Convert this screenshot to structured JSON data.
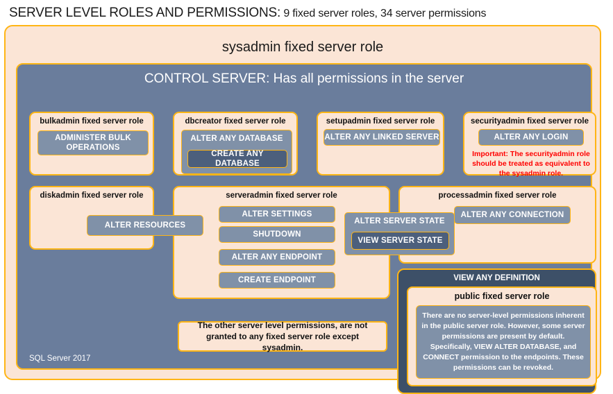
{
  "title": {
    "main": "SERVER LEVEL ROLES AND PERMISSIONS:",
    "sub": " 9 fixed server roles, 34 server permissions"
  },
  "outer": {
    "sysadmin_label": "sysadmin  fixed  server  role",
    "control_server_label": "CONTROL SERVER: Has all permissions in the server",
    "footer": "SQL Server 2017"
  },
  "roles": {
    "bulkadmin": {
      "title": "bulkadmin  fixed server role",
      "permissions": [
        "ADMINISTER  BULK OPERATIONS"
      ]
    },
    "dbcreator": {
      "title": "dbcreator fixed server role",
      "outer_permission": "ALTER ANY DATABASE",
      "nested_permission": "CREATE  ANY DATABASE"
    },
    "setupadmin": {
      "title": "setupadmin fixed server role",
      "permissions": [
        "ALTER ANY LINKED SERVER"
      ]
    },
    "securityadmin": {
      "title": "securityadmin  fixed server role",
      "permissions": [
        "ALTER ANY LOGIN"
      ],
      "warning": "Important:  The securityadmin role should  be treated as equivalent to the  sysadmin role."
    },
    "diskadmin": {
      "title": "diskadmin  fixed server role",
      "permissions": [
        "ALTER RESOURCES"
      ]
    },
    "serveradmin": {
      "title": "serveradmin fixed server role",
      "permissions": [
        "ALTER SETTINGS",
        "SHUTDOWN",
        "ALTER ANY ENDPOINT",
        "CREATE  ENDPOINT"
      ],
      "outer_permission": "ALTER SERVER  STATE",
      "nested_permission": "VIEW SERVER  STATE"
    },
    "processadmin": {
      "title": "processadmin  fixed server role",
      "permissions": [
        "ALTER ANY CONNECTION"
      ]
    },
    "public": {
      "container_label": "VIEW  ANY DEFINITION",
      "title": "public  fixed server role",
      "description": "There are no server-level permissions inherent in the public server role. However, some server permissions are present by default. Specifically, VIEW ALTER DATABASE, and CONNECT permission to the endpoints. These permissions can be revoked."
    }
  },
  "notes": {
    "other_permissions": "The other server level permissions,  are not granted to any fixed server role except sysadmin."
  },
  "colors": {
    "peach": "#fbe5d6",
    "gold_border": "#ffb515",
    "slate_blue": "#6a7d9c",
    "permission_fill": "#8091a8",
    "permission_dark": "#4c5f7c",
    "navy": "#3d5068",
    "warning_red": "#ff0000"
  }
}
